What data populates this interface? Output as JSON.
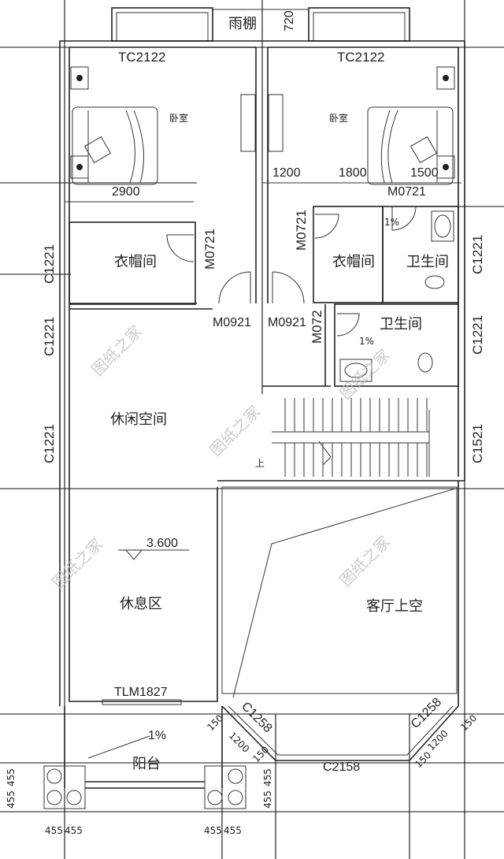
{
  "labels": {
    "canopy": "雨棚",
    "canopy_depth": "720",
    "bedroom_left": "卧室",
    "bedroom_right": "卧室",
    "window_bedroom_left": "TC2122",
    "window_bedroom_right": "TC2122",
    "dim_2900": "2900",
    "dim_1200": "1200",
    "dim_1800": "1800",
    "dim_1500": "1500",
    "door_m0721_top": "M0721",
    "door_m0721_left": "M0721",
    "door_m0721_right": "M0721",
    "closet_left": "衣帽间",
    "closet_right": "衣帽间",
    "bath_upper": "卫生间",
    "bath_lower": "卫生间",
    "window_c1221_left1": "C1221",
    "window_c1221_left2": "C1221",
    "window_c1221_left3": "C1221",
    "window_c1221_right1": "C1221",
    "window_c1221_right2": "C1221",
    "window_c1521": "C1521",
    "door_m0921_left": "M0921",
    "door_m0921_right": "M0921",
    "door_m072_small": "M072",
    "slope_bath": "1%",
    "slope_bath_upper": "1%",
    "leisure_space": "休闲空间",
    "stairs_up": "上",
    "elevation": "3.600",
    "rest_area": "休息区",
    "living_void": "客厅上空",
    "door_tlm1827": "TLM1827",
    "slope_balcony": "1%",
    "balcony": "阳台",
    "window_c1258_left": "C1258",
    "window_c1258_right": "C1258",
    "window_c2158": "C2158",
    "dim_bay_1200_left": "1200",
    "dim_bay_1200_right": "1200",
    "dim_150_a": "150",
    "dim_150_b": "150",
    "dim_150_c": "150",
    "dim_150_d": "150",
    "dim_455_v1": "455",
    "dim_455_v2": "455",
    "dim_455_v3": "455",
    "dim_455_v4": "455",
    "dim_455_h1": "455",
    "dim_455_h2": "455",
    "dim_455_h3": "455",
    "dim_455_h4": "455"
  },
  "watermark": "图纸之家"
}
